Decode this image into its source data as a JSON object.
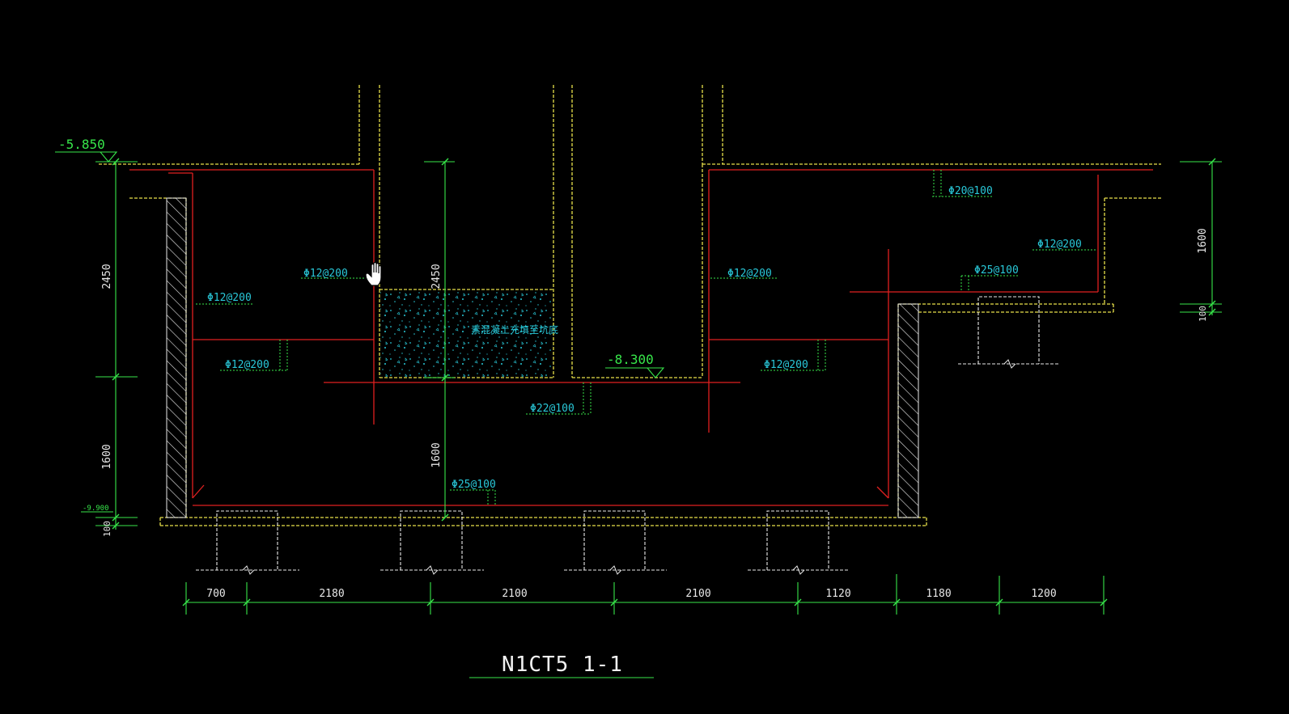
{
  "drawing": {
    "title": "N1CT5 1-1",
    "colors": {
      "background": "#000000",
      "concrete_outline": "#e8e04a",
      "rebar": "#e02020",
      "annotation": "#29c8d8",
      "dimension": "#37e64a",
      "text": "#e8e8e8"
    },
    "levels": {
      "top": "-5.850",
      "pit_bottom": "-8.300",
      "bottom_small": "-9.900"
    },
    "rebar_labels": {
      "left_wall_outer": "Φ12@200",
      "left_wall_inner": "Φ12@200",
      "left_mid": "Φ12@200",
      "pit_right": "Φ12@200",
      "right_mid": "Φ12@200",
      "top_right": "Φ20@100",
      "right_ledge": "Φ12@200",
      "step_bottom": "Φ25@100",
      "pit_bottom": "Φ22@100",
      "slab_bottom": "Φ25@100"
    },
    "fill_note": "素混凝土充填至坑底",
    "horizontal_dims": [
      "700",
      "2180",
      "2100",
      "2100",
      "1120",
      "1180",
      "1200"
    ],
    "vertical_dims": {
      "left_upper": "2450",
      "left_lower": "1600",
      "left_base": "100",
      "center_upper": "2450",
      "center_lower": "1600",
      "right_upper": "1600",
      "right_base": "100"
    },
    "cursor": "hand-cursor-icon"
  }
}
